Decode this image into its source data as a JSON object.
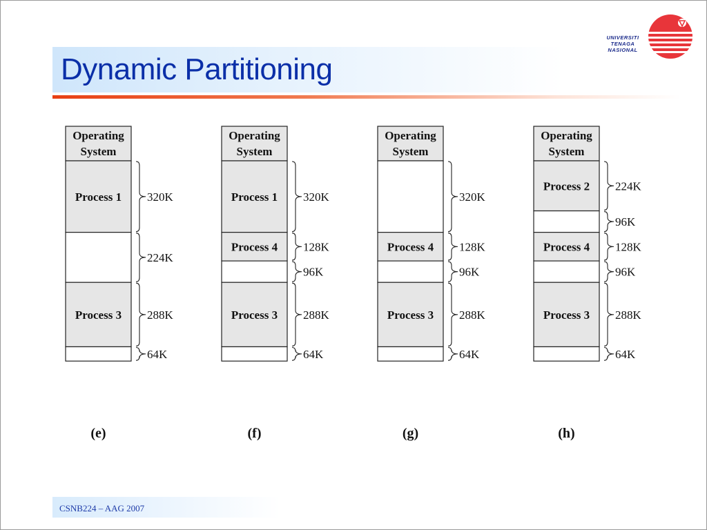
{
  "slide": {
    "title": "Dynamic Partitioning",
    "footer": "CSNB224 – AAG 2007",
    "accent_color": "#0b2fa8",
    "rule_color": "#e84014"
  },
  "logo": {
    "lines": [
      "UNIVERSITI",
      "TENAGA",
      "NASIONAL"
    ],
    "emblem_icon": "uniten-emblem-icon",
    "color": "#e8353a"
  },
  "diagram": {
    "os_label": [
      "Operating",
      "System"
    ],
    "panels": [
      {
        "caption": "(e)",
        "blocks": [
          {
            "label": "Process 1",
            "size": "320K",
            "filled": true
          },
          {
            "label": "",
            "size": "224K",
            "filled": false
          },
          {
            "label": "Process 3",
            "size": "288K",
            "filled": true
          },
          {
            "label": "",
            "size": "64K",
            "filled": false
          }
        ]
      },
      {
        "caption": "(f)",
        "blocks": [
          {
            "label": "Process 1",
            "size": "320K",
            "filled": true
          },
          {
            "label": "Process 4",
            "size": "128K",
            "filled": true
          },
          {
            "label": "",
            "size": "96K",
            "filled": false
          },
          {
            "label": "Process 3",
            "size": "288K",
            "filled": true
          },
          {
            "label": "",
            "size": "64K",
            "filled": false
          }
        ]
      },
      {
        "caption": "(g)",
        "blocks": [
          {
            "label": "",
            "size": "320K",
            "filled": false
          },
          {
            "label": "Process 4",
            "size": "128K",
            "filled": true
          },
          {
            "label": "",
            "size": "96K",
            "filled": false
          },
          {
            "label": "Process 3",
            "size": "288K",
            "filled": true
          },
          {
            "label": "",
            "size": "64K",
            "filled": false
          }
        ]
      },
      {
        "caption": "(h)",
        "blocks": [
          {
            "label": "Process 2",
            "size": "224K",
            "filled": true
          },
          {
            "label": "",
            "size": "96K",
            "filled": false
          },
          {
            "label": "Process 4",
            "size": "128K",
            "filled": true
          },
          {
            "label": "",
            "size": "96K",
            "filled": false
          },
          {
            "label": "Process 3",
            "size": "288K",
            "filled": true
          },
          {
            "label": "",
            "size": "64K",
            "filled": false
          }
        ]
      }
    ]
  }
}
